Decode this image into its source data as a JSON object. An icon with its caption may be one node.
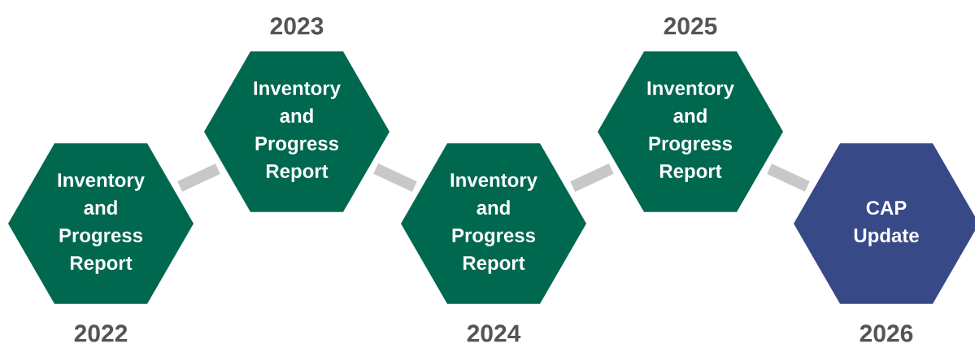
{
  "diagram": {
    "nodes": [
      {
        "text": [
          "Inventory and Progress Report"
        ],
        "beside": [
          "2022"
        ]
      },
      {
        "text": [
          "Inventory and Progress Report"
        ],
        "beside": [
          "2023"
        ]
      },
      {
        "text": [
          "Inventory and Progress Report"
        ],
        "beside": [
          "2024"
        ]
      },
      {
        "text": [
          "Inventory and Progress Report"
        ],
        "beside": [
          "2025"
        ]
      },
      {
        "text": [
          "CAP Update"
        ],
        "beside": [
          "2026"
        ]
      }
    ],
    "edges": [
      {
        "from": 0,
        "to": 1,
        "arrow": "none"
      },
      {
        "from": 1,
        "to": 2,
        "arrow": "none"
      },
      {
        "from": 2,
        "to": 3,
        "arrow": "none"
      },
      {
        "from": 3,
        "to": 4,
        "arrow": "none"
      }
    ]
  }
}
